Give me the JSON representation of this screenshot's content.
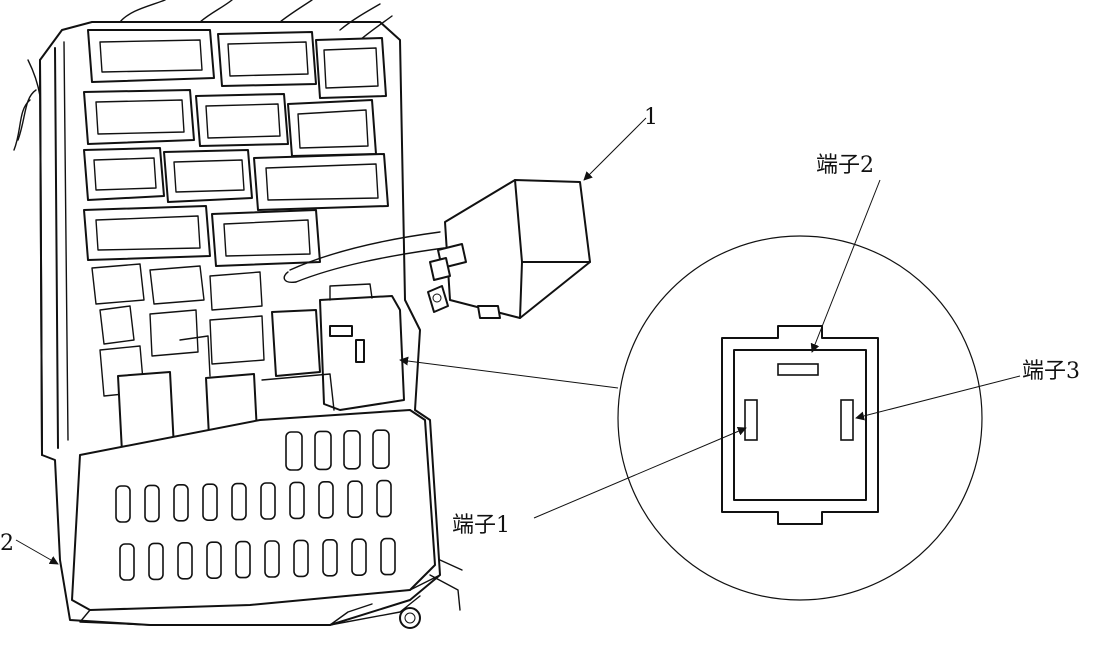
{
  "diagram": {
    "callouts": {
      "relay": "1",
      "fuse_box": "2",
      "terminal_1": "端子1",
      "terminal_2": "端子2",
      "terminal_3": "端子3"
    }
  }
}
